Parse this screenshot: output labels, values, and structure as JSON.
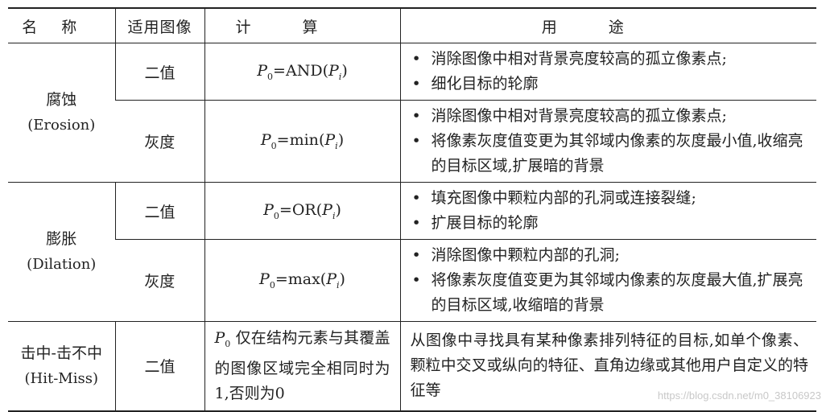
{
  "headers": {
    "name": "名称",
    "image_type": "适用图像",
    "calc": "计算",
    "usage": "用途"
  },
  "rows": {
    "erosion": {
      "name_zh": "腐蚀",
      "name_en": "(Erosion)",
      "binary": {
        "type": "二值",
        "formula_fn": "AND",
        "uses": [
          "消除图像中相对背景亮度较高的孤立像素点;",
          "细化目标的轮廓"
        ]
      },
      "gray": {
        "type": "灰度",
        "formula_fn": "min",
        "uses": [
          "消除图像中相对背景亮度较高的孤立像素点;",
          "将像素灰度值变更为其邻域内像素的灰度最小值,收缩亮的目标区域,扩展暗的背景"
        ]
      }
    },
    "dilation": {
      "name_zh": "膨胀",
      "name_en": "(Dilation)",
      "binary": {
        "type": "二值",
        "formula_fn": "OR",
        "uses": [
          "填充图像中颗粒内部的孔洞或连接裂缝;",
          "扩展目标的轮廓"
        ]
      },
      "gray": {
        "type": "灰度",
        "formula_fn": "max",
        "uses": [
          "消除图像中颗粒内部的孔洞;",
          "将像素灰度值变更为其邻域内像素的灰度最大值,扩展亮的目标区域,收缩暗的背景"
        ]
      }
    },
    "hitmiss": {
      "name_zh": "击中-击不中",
      "name_en": "(Hit-Miss)",
      "type": "二值",
      "calc_text": "仅在结构元素与其覆盖的图像区域完全相同时为1,否则为0",
      "usage": "从图像中寻找具有某种像素排列特征的目标,如单个像素、颗粒中交叉或纵向的特征、直角边缘或其他用户自定义的特征等"
    }
  },
  "formula": {
    "lhs": "P",
    "lhs_sub": "0",
    "eq": "=",
    "arg": "P",
    "arg_sub": "i"
  },
  "watermark": "https://blog.csdn.net/m0_38106923"
}
